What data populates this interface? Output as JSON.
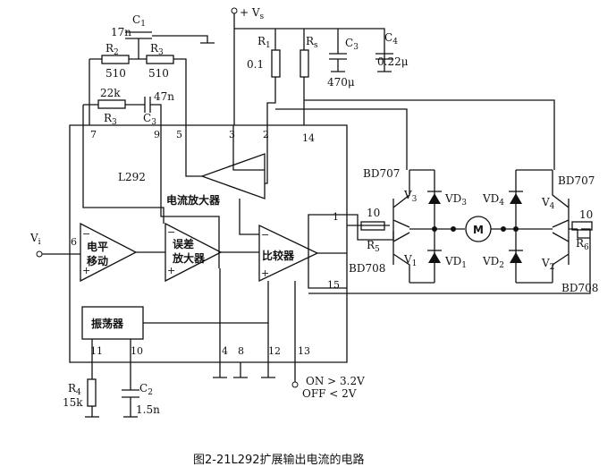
{
  "caption": "图2-21L292扩展输出电流的电路",
  "ic": {
    "name": "L292",
    "blocks": {
      "current_amp": "电流放大器",
      "level_shift_l1": "电平",
      "level_shift_l2": "移动",
      "error_amp_l1": "误差",
      "error_amp_l2": "放大器",
      "comparator": "比较器",
      "oscillator": "振荡器"
    },
    "pins": {
      "p1": "1",
      "p2": "2",
      "p3": "3",
      "p4": "4",
      "p5": "5",
      "p6": "6",
      "p7": "7",
      "p8": "8",
      "p9": "9",
      "p10": "10",
      "p11": "11",
      "p12": "12",
      "p13": "13",
      "p14": "14",
      "p15": "15"
    }
  },
  "components": {
    "c1": "C",
    "c1_sub": "1",
    "c1_value": "17n",
    "r2": "R",
    "r2_sub": "2",
    "r2_value": "510",
    "r3a": "R",
    "r3a_sub": "3",
    "r3a_value": "510",
    "r3b": "R",
    "r3b_sub": "3",
    "r3b_value": "22k",
    "c3a": "C",
    "c3a_sub": "3",
    "c3a_value": "47n",
    "r1": "R",
    "r1_sub": "1",
    "r1_value": "0.1",
    "rs": "R",
    "rs_sub": "s",
    "c3b": "C",
    "c3b_sub": "3",
    "c3b_value": "470μ",
    "c4": "C",
    "c4_sub": "4",
    "c4_value": "0.22μ",
    "r4": "R",
    "r4_sub": "4",
    "r4_value": "15k",
    "c2": "C",
    "c2_sub": "2",
    "c2_value": "1.5n",
    "r5": "R",
    "r5_sub": "5",
    "r5_value": "10",
    "r6": "R",
    "r6_sub": "6",
    "r6_value": "10",
    "vs_label": "+ V",
    "vs_sub": "s",
    "vi_label": "V",
    "vi_sub": "i",
    "q3": "V",
    "q3_sub": "3",
    "q1": "V",
    "q1_sub": "1",
    "q4": "V",
    "q4_sub": "4",
    "q2": "V",
    "q2_sub": "2",
    "vd3": "VD",
    "vd3_sub": "3",
    "vd1": "VD",
    "vd1_sub": "1",
    "vd4": "VD",
    "vd4_sub": "4",
    "vd2": "VD",
    "vd2_sub": "2",
    "bd707_left": "BD707",
    "bd708_left": "BD708",
    "bd707_right": "BD707",
    "bd708_right": "BD708",
    "motor": "M",
    "on_label": "ON > 3.2V",
    "off_label": "OFF < 2V"
  }
}
